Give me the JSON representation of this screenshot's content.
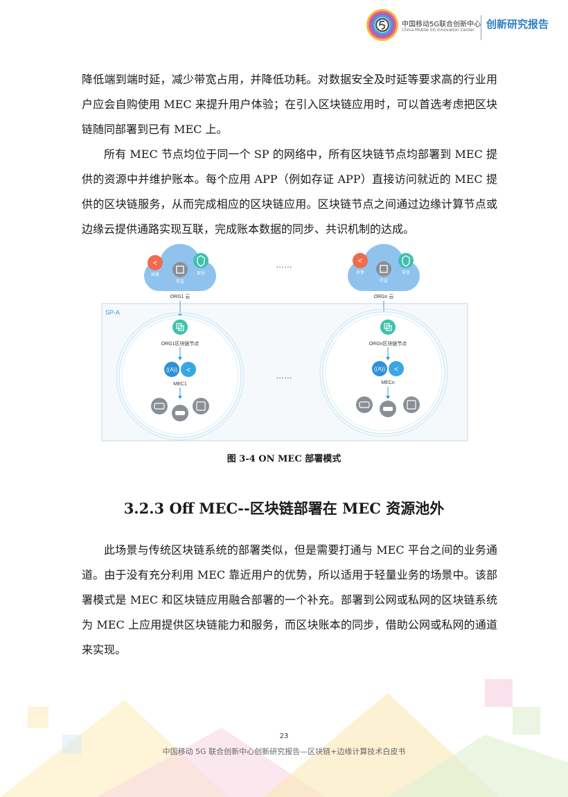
{
  "header": {
    "org_cn": "中国移动5G联合创新中心",
    "org_en": "China Mobile 5G Innovation Center",
    "report_title": "创新研究报告",
    "accent": "#2d7fc4"
  },
  "body": {
    "para1": "降低端到端时延，减少带宽占用，并降低功耗。对数据安全及时延等要求高的行业用户应会自购使用 MEC 来提升用户体验；在引入区块链应用时，可以首选考虑把区块链随同部署到已有 MEC 上。",
    "para2": "所有 MEC 节点均位于同一个 SP 的网络中，所有区块链节点均部署到 MEC 提供的资源中并维护账本。每个应用 APP（例如存证 APP）直接访问就近的 MEC 提供的区块链服务，从而完成相应的区块链应用。区块链节点之间通过边缘计算节点或边缘云提供通路实现互联，完成账本数据的同步、共识机制的达成。",
    "para3": "此场景与传统区块链系统的部署类似，但是需要打通与 MEC 平台之间的业务通道。由于没有充分利用 MEC 靠近用户的优势，所以适用于轻量业务的场景中。该部署模式是 MEC 和区块链应用融合部署的一个补充。部署到公网或私网的区块链系统为 MEC 上应用提供区块链能力和服务，而区块账本的同步，借助公网或私网的通道来实现。"
  },
  "figure": {
    "sp_label": "SP-A",
    "ellipsis_top": "……",
    "ellipsis_mid": "……",
    "left": {
      "cloud_share": "共享",
      "cloud_store": "存证",
      "cloud_secure": "安全",
      "cloud_label": "ORG1 云",
      "node_label": "ORG1区块链节点",
      "mec_label": "MEC1"
    },
    "right": {
      "cloud_share": "共享",
      "cloud_store": "存证",
      "cloud_secure": "安全",
      "cloud_label": "ORGn 云",
      "node_label": "ORGn区块链节点",
      "mec_label": "MECn"
    },
    "caption": "图 3-4 ON MEC 部署模式",
    "colors": {
      "cloud": "#8fc3ee",
      "teal": "#3ec1ad",
      "blue": "#2f8fd8",
      "share": "#f06a4c",
      "gray": "#8a8f96",
      "line": "#3a9ad9"
    }
  },
  "section_title": "3.2.3 Off MEC--区块链部署在 MEC 资源池外",
  "footer": {
    "page_number": "23",
    "text": "中国移动 5G 联合创新中心创新研究报告—区块链+边缘计算技术白皮书"
  }
}
